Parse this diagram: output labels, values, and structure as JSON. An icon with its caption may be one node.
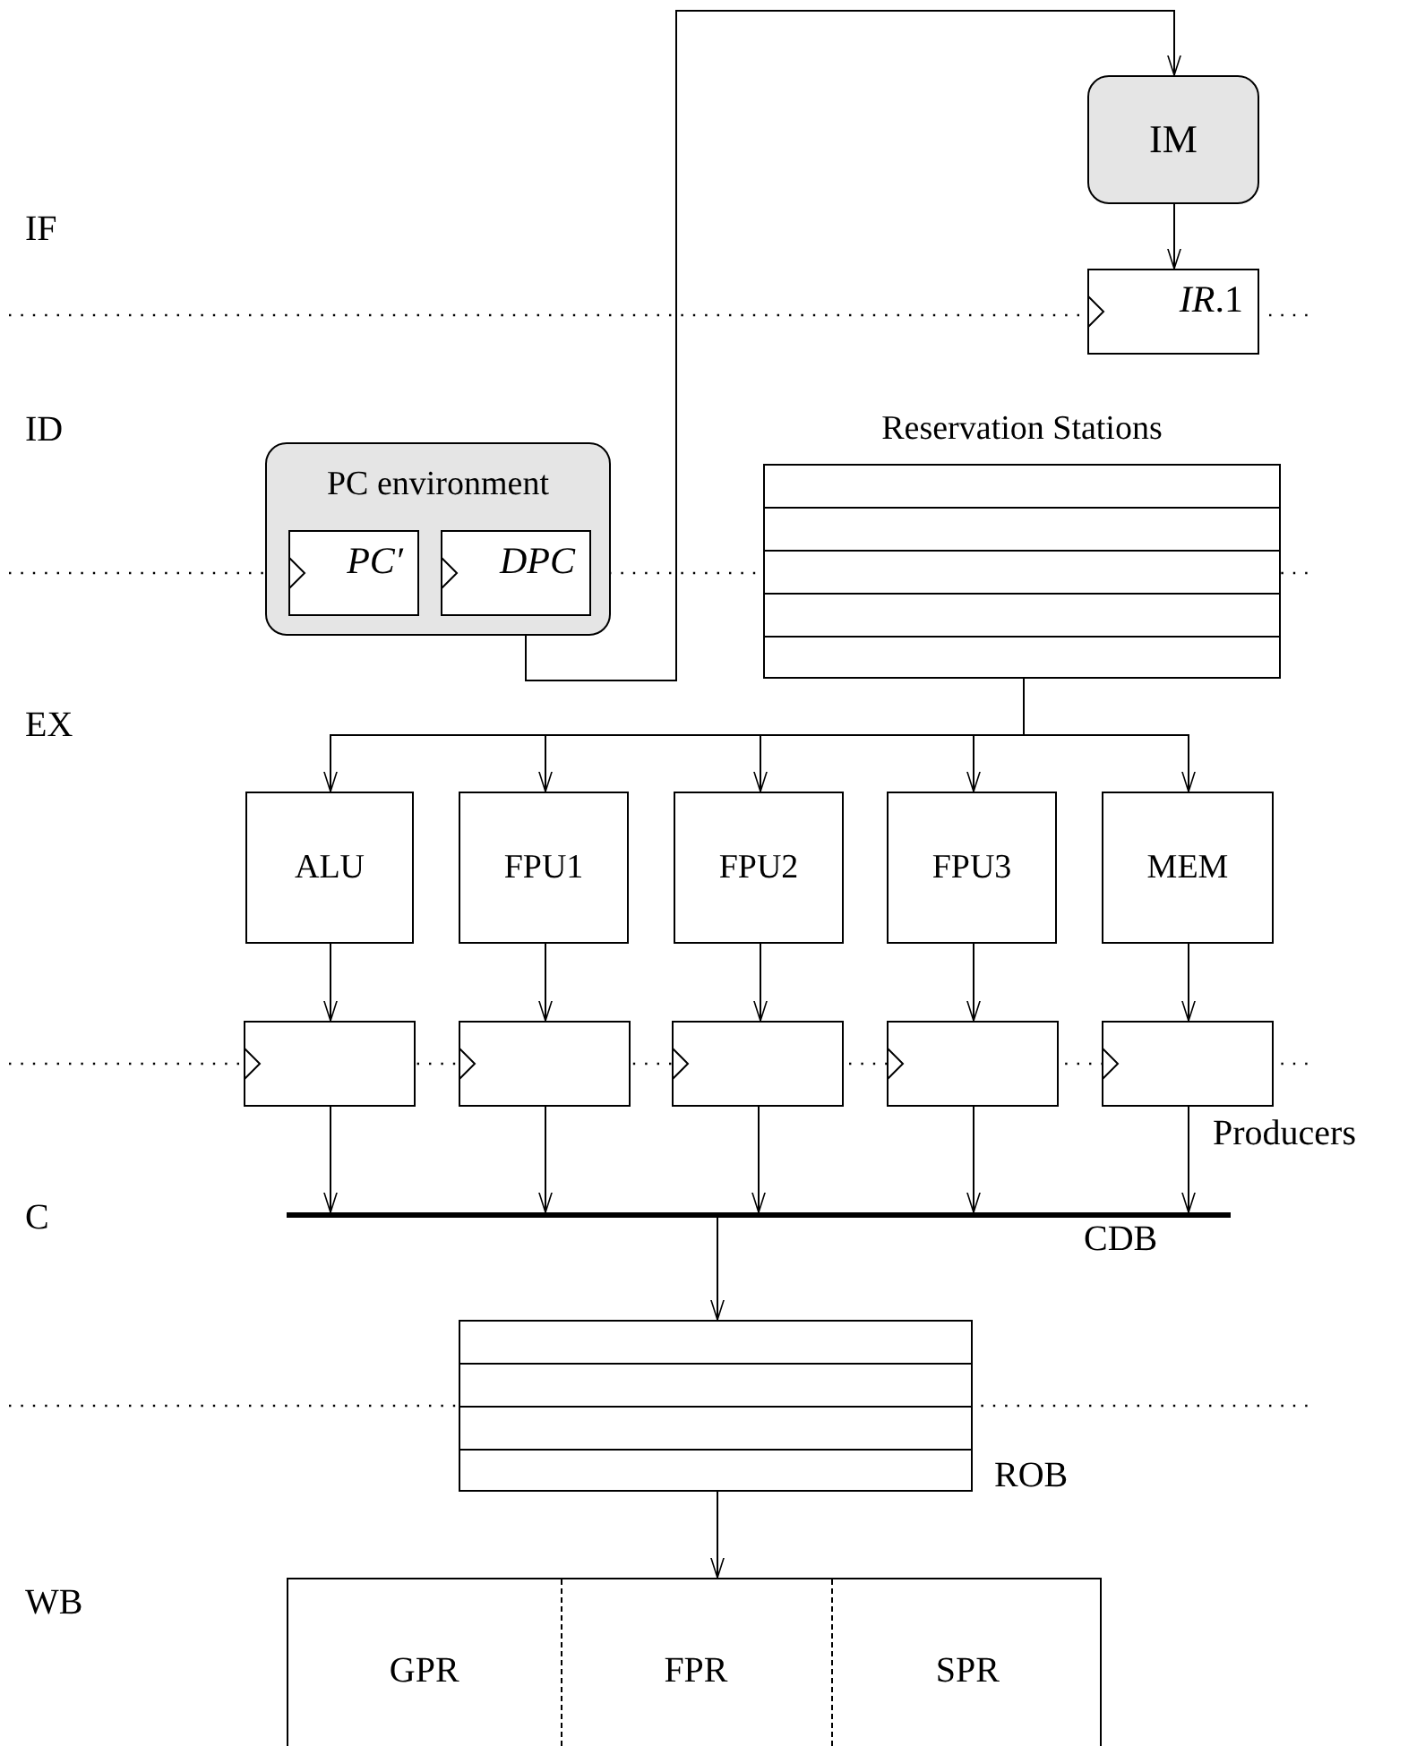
{
  "diagram": {
    "nodes": [
      {
        "text": [
          "IM"
        ]
      },
      {
        "text": [
          "*IR*.1"
        ]
      },
      {
        "text": [
          "PC environment"
        ]
      },
      {
        "text": [
          "PC′"
        ],
        "in": 2
      },
      {
        "text": [
          "DPC"
        ],
        "in": 2
      },
      {
        "text": [
          "Reservation Stations"
        ]
      },
      {
        "text": [
          "ALU"
        ]
      },
      {
        "text": [
          "FPU1"
        ]
      },
      {
        "text": [
          "FPU2"
        ]
      },
      {
        "text": [
          "FPU3"
        ]
      },
      {
        "text": [
          "MEM"
        ]
      },
      {
        "text": [],
        "shape": "box"
      },
      {
        "text": [],
        "shape": "box"
      },
      {
        "text": [],
        "shape": "box"
      },
      {
        "text": [],
        "shape": "box"
      },
      {
        "text": [],
        "shape": "box"
      },
      {
        "text": [],
        "shape": "bar"
      },
      {
        "text": [],
        "shape": "box",
        "beside": [
          "ROB"
        ]
      },
      {
        "text": [
          "GPR",
          "FPR",
          "SPR"
        ]
      }
    ],
    "edges": [
      {
        "from": 4,
        "to": 0,
        "arrow": "to"
      },
      {
        "from": 0,
        "to": 1,
        "arrow": "to"
      },
      {
        "from": 5,
        "to": 6,
        "arrow": "to"
      },
      {
        "from": 5,
        "to": 7,
        "arrow": "to"
      },
      {
        "from": 5,
        "to": 8,
        "arrow": "to"
      },
      {
        "from": 5,
        "to": 9,
        "arrow": "to"
      },
      {
        "from": 5,
        "to": 10,
        "arrow": "to"
      },
      {
        "from": 6,
        "to": 11,
        "arrow": "to"
      },
      {
        "from": 7,
        "to": 12,
        "arrow": "to"
      },
      {
        "from": 8,
        "to": 13,
        "arrow": "to"
      },
      {
        "from": 9,
        "to": 14,
        "arrow": "to"
      },
      {
        "from": 10,
        "to": 15,
        "arrow": "to"
      },
      {
        "from": 11,
        "to": 16,
        "arrow": "to"
      },
      {
        "from": 12,
        "to": 16,
        "arrow": "to"
      },
      {
        "from": 13,
        "to": 16,
        "arrow": "to"
      },
      {
        "from": 14,
        "to": 16,
        "arrow": "to"
      },
      {
        "from": 15,
        "to": 16,
        "arrow": "to"
      },
      {
        "from": 16,
        "to": 17,
        "arrow": "to"
      },
      {
        "from": 17,
        "to": 18,
        "arrow": "to"
      }
    ],
    "labels": [
      "IF",
      "ID",
      "EX",
      "Producers",
      "C",
      "CDB",
      "WB"
    ]
  }
}
